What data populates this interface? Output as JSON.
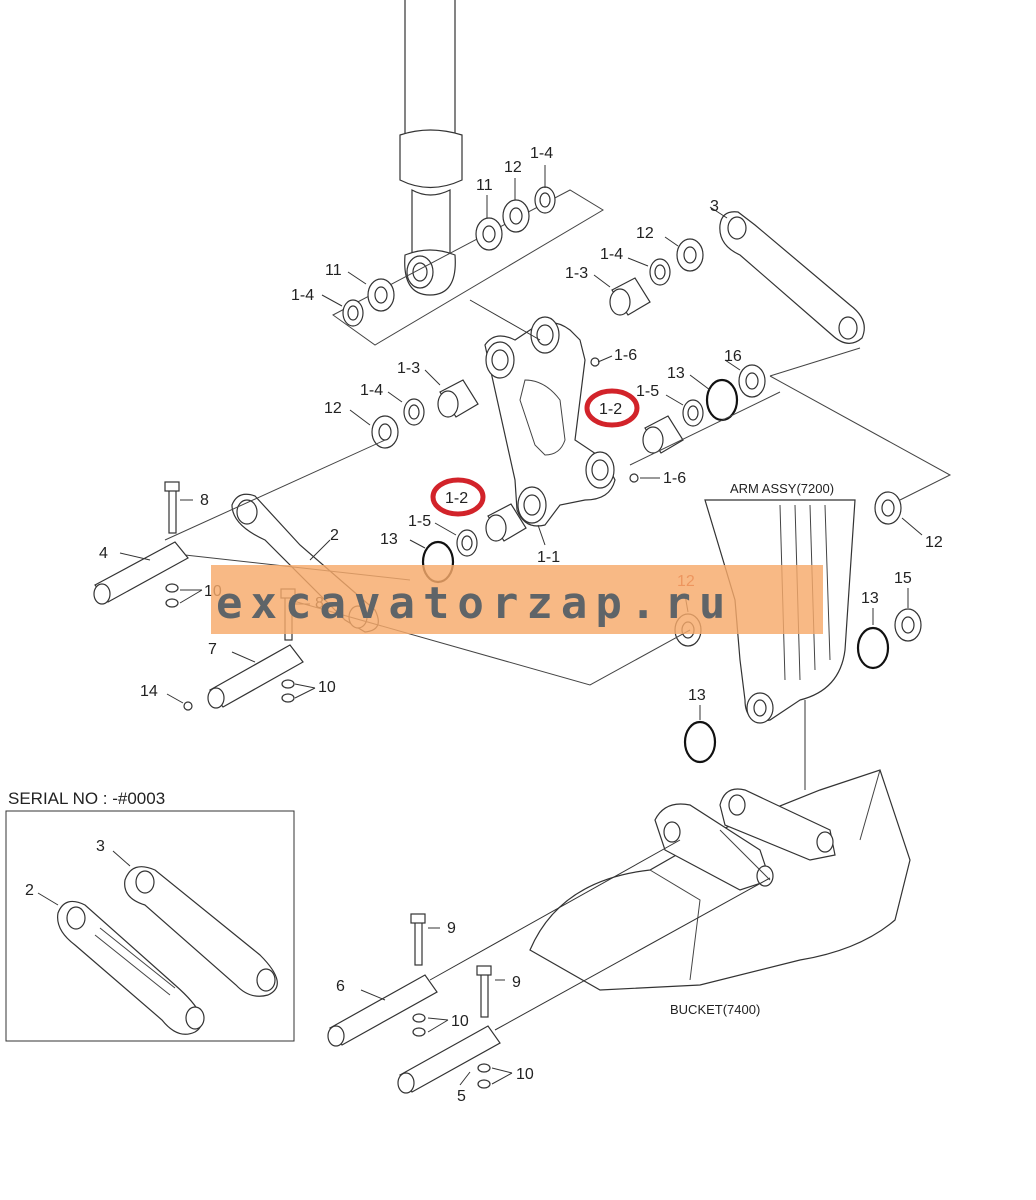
{
  "labels": {
    "top_1_4": "1-4",
    "top_12": "12",
    "top_11": "11",
    "mid_11": "11",
    "mid_1_4": "1-4",
    "r_3": "3",
    "r_12": "12",
    "r_1_4": "1-4",
    "r_1_3": "1-3",
    "c_1_6a": "1-6",
    "c_1_3": "1-3",
    "c_1_4": "1-4",
    "c_12": "12",
    "c_16": "16",
    "c_13": "13",
    "c_1_5": "1-5",
    "hl_1_2_right": "1-2",
    "hl_1_2_left": "1-2",
    "c_1_6b": "1-6",
    "l_8": "8",
    "l_2": "2",
    "l_1_5": "1-5",
    "l_13": "13",
    "l_1_1": "1-1",
    "l_4": "4",
    "l_10a": "10",
    "l_8b": "8",
    "l_12b": "12",
    "l_7": "7",
    "l_10b": "10",
    "l_14": "14",
    "a_12": "12",
    "a_15": "15",
    "a_13": "13",
    "a_13b": "13",
    "b_9a": "9",
    "b_6": "6",
    "b_10a": "10",
    "b_9b": "9",
    "b_10b": "10",
    "b_5": "5",
    "ins_3": "3",
    "ins_2": "2"
  },
  "captions": {
    "arm": "ARM ASSY(7200)",
    "bucket": "BUCKET(7400)",
    "serial": "SERIAL NO : -#0003"
  },
  "watermark": {
    "text": "excavatorzap.ru",
    "band_color": "#f7a96a"
  },
  "colors": {
    "highlight": "#d2232a",
    "orange_label": "#c0392b"
  }
}
